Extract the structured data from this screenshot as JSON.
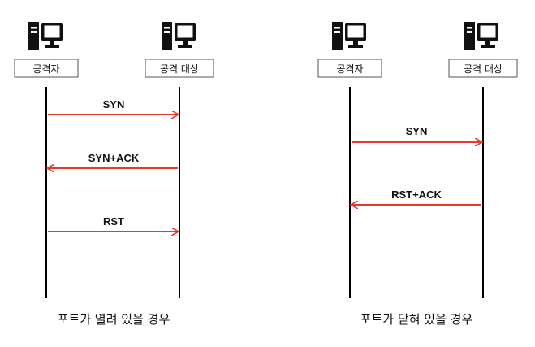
{
  "colors": {
    "arrow": "#e8392c",
    "line": "#000000",
    "box_border": "#555555"
  },
  "panels": [
    {
      "left_label": "공격자",
      "right_label": "공격 대상",
      "left_icon": "computer-icon",
      "right_icon": "computer-icon",
      "messages": [
        {
          "label": "SYN",
          "direction": "right"
        },
        {
          "label": "SYN+ACK",
          "direction": "left"
        },
        {
          "label": "RST",
          "direction": "right"
        }
      ],
      "caption": "포트가 열려 있을 경우"
    },
    {
      "left_label": "공격자",
      "right_label": "공격 대상",
      "left_icon": "computer-icon",
      "right_icon": "computer-icon",
      "messages": [
        {
          "label": "SYN",
          "direction": "right"
        },
        {
          "label": "RST+ACK",
          "direction": "left"
        }
      ],
      "caption": "포트가 닫혀 있을 경우"
    }
  ]
}
